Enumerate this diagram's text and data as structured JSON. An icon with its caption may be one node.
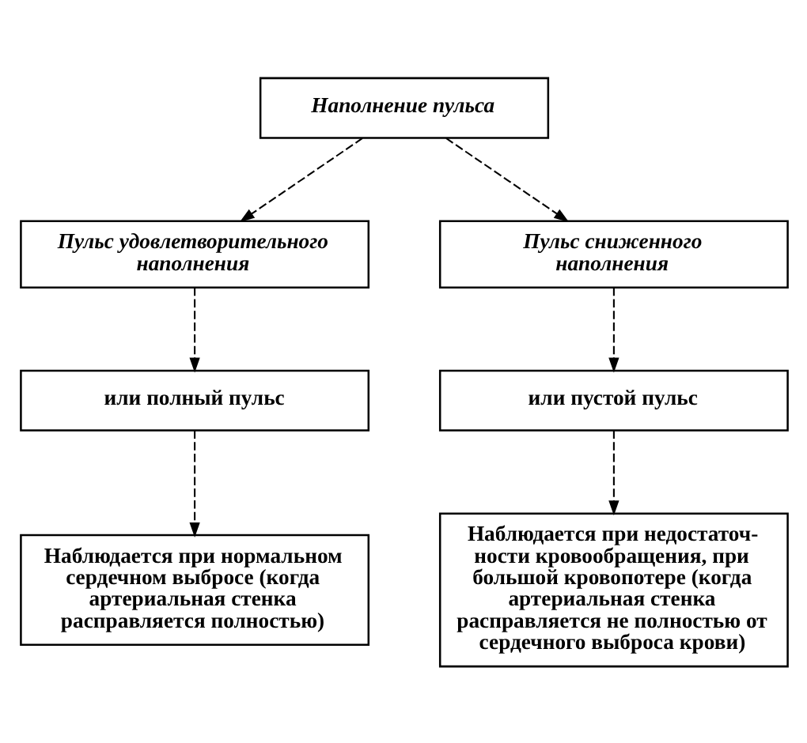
{
  "diagram": {
    "nodes": [
      {
        "text": [
          "Наполнение пульса"
        ]
      },
      {
        "text": [
          "Пульс удовлетворительного наполнения"
        ]
      },
      {
        "text": [
          "Пульс сниженного наполнения"
        ]
      },
      {
        "text": [
          "или полный пульс"
        ]
      },
      {
        "text": [
          "или пустой пульс"
        ]
      },
      {
        "text": [
          "Наблюдается при нормальном сердечном выбросе (когда артериальная стенка расправляется полностью)"
        ]
      },
      {
        "text": [
          "Наблюдается при недостаточ- ности кровообращения, при большой кровопотере (когда артериальная стенка расправляется не полностью от сердечного выброса крови)"
        ]
      }
    ],
    "edges": [
      {
        "from": 0,
        "to": 1,
        "arrow": "to",
        "style": "dashed"
      },
      {
        "from": 0,
        "to": 2,
        "arrow": "to",
        "style": "dashed"
      },
      {
        "from": 1,
        "to": 3,
        "arrow": "to",
        "style": "dashed"
      },
      {
        "from": 2,
        "to": 4,
        "arrow": "to",
        "style": "dashed"
      },
      {
        "from": 3,
        "to": 5,
        "arrow": "to",
        "style": "dashed"
      },
      {
        "from": 4,
        "to": 6,
        "arrow": "to",
        "style": "dashed"
      }
    ]
  }
}
